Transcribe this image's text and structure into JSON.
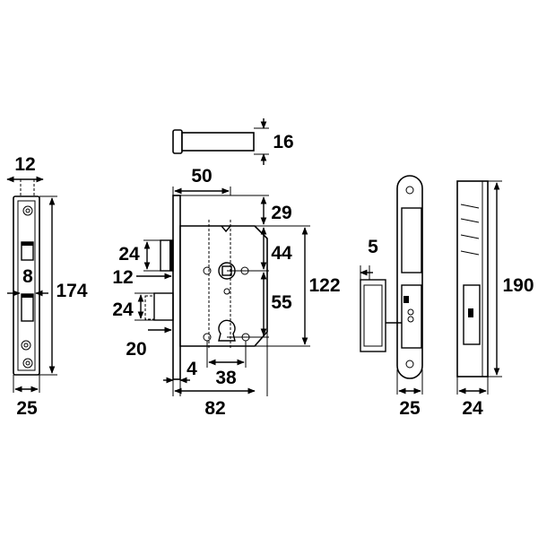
{
  "dimensions": {
    "faceplate_backset": "12",
    "faceplate_width": "25",
    "faceplate_height": "174",
    "faceplate_slot": "8",
    "strike_pin_diameter": "16",
    "backset": "50",
    "top_to_spindle": "29",
    "spindle_to_top_hole": "44",
    "case_height": "122",
    "centre_distance": "55",
    "latch_height": "24",
    "latch_offset": "12",
    "bolt_height": "24",
    "bolt_offset": "20",
    "forend_thickness": "4",
    "cylinder_width": "38",
    "case_depth": "82",
    "keep_projection": "5",
    "keep_width": "25",
    "keep_depth": "24",
    "keep_height": "190"
  }
}
